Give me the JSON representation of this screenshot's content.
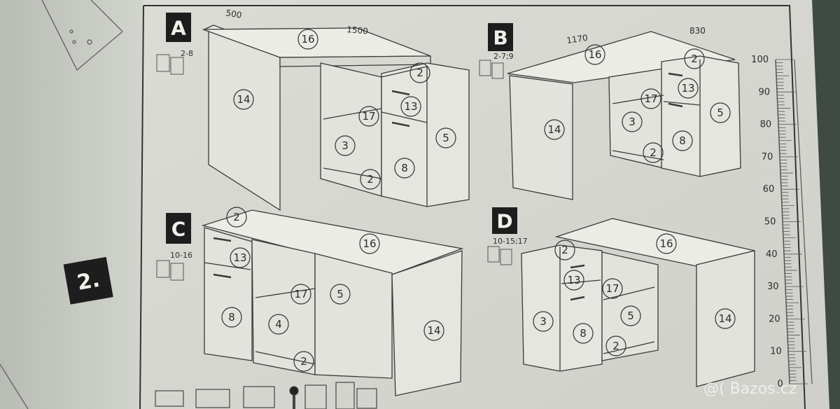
{
  "step_number": "2.",
  "watermark": "@( Bazos.cz",
  "panels": [
    {
      "letter": "A",
      "ref": "2-8",
      "dims": [
        "500",
        "1500"
      ],
      "parts": [
        "16",
        "2",
        "14",
        "17",
        "13",
        "3",
        "5",
        "8",
        "2"
      ]
    },
    {
      "letter": "B",
      "ref": "2-7;9",
      "dims": [
        "1170",
        "830"
      ],
      "parts": [
        "16",
        "2",
        "17",
        "13",
        "14",
        "3",
        "5",
        "8",
        "2"
      ]
    },
    {
      "letter": "C",
      "ref": "10-16",
      "dims": [],
      "parts": [
        "2",
        "16",
        "13",
        "17",
        "5",
        "8",
        "4",
        "14",
        "2"
      ]
    },
    {
      "letter": "D",
      "ref": "10-15;17",
      "dims": [],
      "parts": [
        "16",
        "2",
        "13",
        "17",
        "3",
        "5",
        "14",
        "8",
        "2"
      ]
    }
  ],
  "ruler": {
    "labels": [
      "100",
      "90",
      "80",
      "70",
      "60",
      "50",
      "40",
      "30",
      "20",
      "10",
      "0"
    ]
  }
}
